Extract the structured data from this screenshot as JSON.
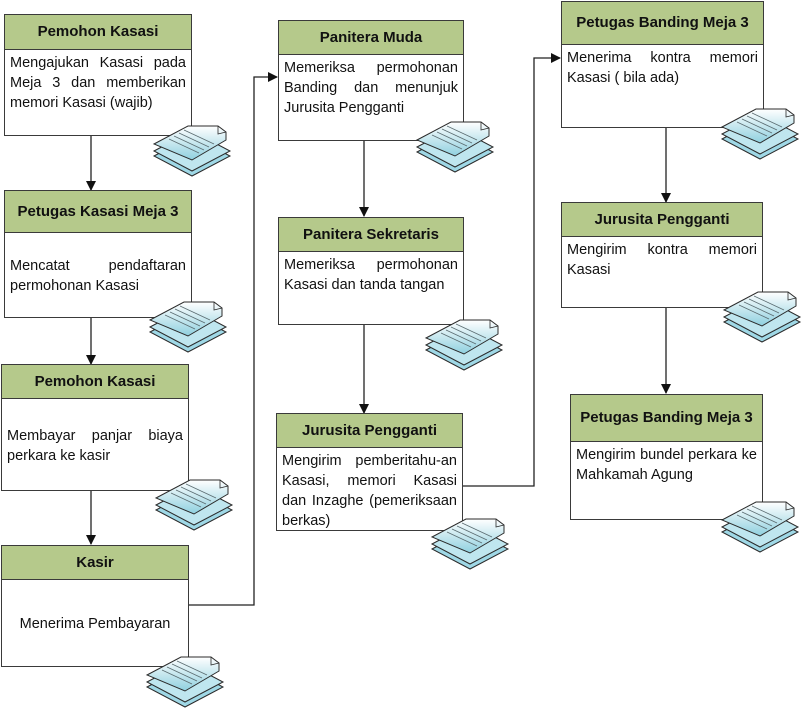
{
  "diagram": {
    "type": "flowchart",
    "colors": {
      "header": "#b5c98b",
      "border": "#3a3a3a",
      "doc_fill": "#d9f0f5",
      "doc_stroke": "#2b2b2b"
    },
    "nodes": [
      {
        "id": "n1",
        "title": "Pemohon Kasasi",
        "text": "Mengajukan Kasasi pada Meja 3 dan memberikan memori Kasasi (wajib)",
        "icon": "document-stack-icon"
      },
      {
        "id": "n2",
        "title": "Petugas Kasasi Meja 3",
        "text": "Mencatat pendaftaran permohonan Kasasi",
        "icon": "document-stack-icon"
      },
      {
        "id": "n3",
        "title": "Pemohon Kasasi",
        "text": "Membayar panjar biaya perkara  ke kasir",
        "icon": "document-stack-icon"
      },
      {
        "id": "n4",
        "title": "Kasir",
        "text": "Menerima Pembayaran",
        "icon": "document-stack-icon"
      },
      {
        "id": "n5",
        "title": "Panitera Muda",
        "text": "Memeriksa permohonan Banding dan menunjuk Jurusita Pengganti",
        "icon": "document-stack-icon"
      },
      {
        "id": "n6",
        "title": "Panitera Sekretaris",
        "text": "Memeriksa permohonan Kasasi dan tanda tangan",
        "icon": "document-stack-icon"
      },
      {
        "id": "n7",
        "title": "Jurusita Pengganti",
        "text": "Mengirim pemberitahu-an Kasasi, memori Kasasi dan Inzaghe (pemeriksaan berkas)",
        "icon": "document-stack-icon"
      },
      {
        "id": "n8",
        "title": "Petugas Banding Meja 3",
        "text": "Menerima kontra memori Kasasi ( bila ada)",
        "icon": "document-stack-icon"
      },
      {
        "id": "n9",
        "title": "Jurusita Pengganti",
        "text": "Mengirim kontra memori Kasasi",
        "icon": "document-stack-icon"
      },
      {
        "id": "n10",
        "title": "Petugas Banding Meja 3",
        "text": "Mengirim bundel perkara ke Mahkamah Agung",
        "icon": "document-stack-icon"
      }
    ],
    "edges": [
      {
        "from": "n1",
        "to": "n2"
      },
      {
        "from": "n2",
        "to": "n3"
      },
      {
        "from": "n3",
        "to": "n4"
      },
      {
        "from": "n4",
        "to": "n5"
      },
      {
        "from": "n5",
        "to": "n6"
      },
      {
        "from": "n6",
        "to": "n7"
      },
      {
        "from": "n7",
        "to": "n8"
      },
      {
        "from": "n8",
        "to": "n9"
      },
      {
        "from": "n9",
        "to": "n10"
      }
    ]
  }
}
